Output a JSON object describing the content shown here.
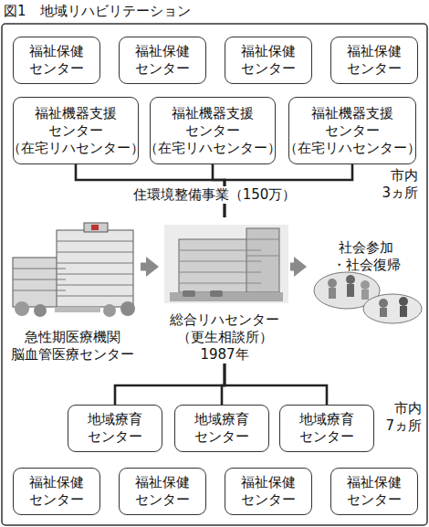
{
  "diagram": {
    "title": "図1　地域リハビリテーション",
    "nodes": [
      {
        "text": [
          "福祉保健 センター"
        ]
      },
      {
        "text": [
          "福祉保健 センター"
        ]
      },
      {
        "text": [
          "福祉保健 センター"
        ]
      },
      {
        "text": [
          "福祉保健 センター"
        ]
      },
      {
        "text": [
          "福祉機器支援 センター （在宅リハセンター）"
        ]
      },
      {
        "text": [
          "福祉機器支援 センター （在宅リハセンター）"
        ]
      },
      {
        "text": [
          "福祉機器支援 センター （在宅リハセンター）"
        ]
      },
      {
        "text": [
          "急性期医療機関 脳血管医療センター"
        ]
      },
      {
        "text": [
          "総合リハセンター （更生相談所） 1987年"
        ]
      },
      {
        "text": [
          "社会参加 ・社会復帰"
        ]
      },
      {
        "text": [
          "地域療育 センター"
        ]
      },
      {
        "text": [
          "地域療育 センター"
        ]
      },
      {
        "text": [
          "地域療育 センター"
        ]
      },
      {
        "text": [
          "福祉保健 センター"
        ]
      },
      {
        "text": [
          "福祉保健 センター"
        ]
      },
      {
        "text": [
          "福祉保健 センター"
        ]
      },
      {
        "text": [
          "福祉保健 センター"
        ]
      }
    ],
    "edges": [
      {
        "from": 4,
        "to": 8,
        "arrow": "none"
      },
      {
        "from": 5,
        "to": 8,
        "arrow": "none"
      },
      {
        "from": 6,
        "to": 8,
        "arrow": "none"
      },
      {
        "from": 7,
        "to": 8,
        "arrow": "to"
      },
      {
        "from": 8,
        "to": 9,
        "arrow": "to"
      },
      {
        "from": 8,
        "to": 10,
        "arrow": "none"
      },
      {
        "from": 8,
        "to": 11,
        "arrow": "none"
      },
      {
        "from": 8,
        "to": 12,
        "arrow": "none"
      }
    ],
    "labels": [
      "住環境整備事業（150万）",
      "市内 3ヵ所",
      "市内 7ヵ所"
    ]
  }
}
